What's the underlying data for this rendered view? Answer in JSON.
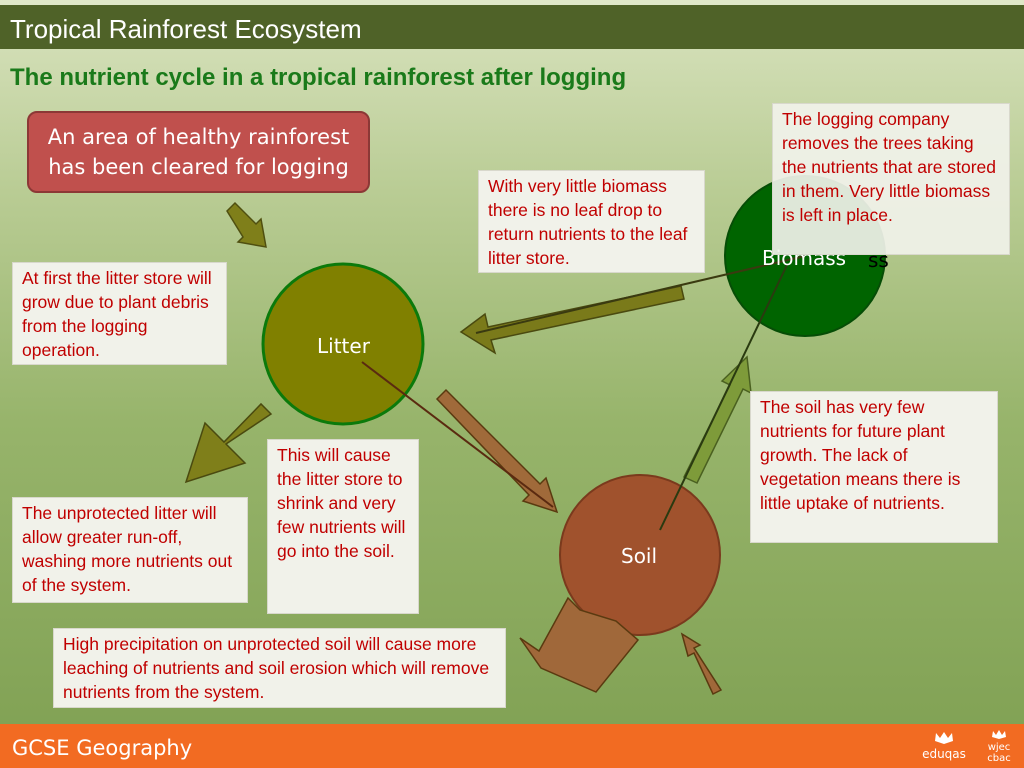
{
  "header": {
    "title": "Tropical Rainforest Ecosystem"
  },
  "subtitle": "The nutrient cycle in a tropical rainforest after logging",
  "callout": "An area of healthy rainforest has been cleared for logging",
  "nodes": {
    "litter": "Litter",
    "biomass": "Biomass",
    "soil": "Soil",
    "biomass_overlap_text": "ss"
  },
  "notes": {
    "litter_grow": "At first the litter store will grow due to plant debris from the logging operation.",
    "no_leaf_drop": "With very little biomass there is no leaf drop to return nutrients to the leaf litter store.",
    "logging_company": "The logging company removes the trees taking the nutrients that are stored in them. Very little biomass is left in place.",
    "litter_shrink": "This will cause the litter store to shrink and very few nutrients will go into the soil.",
    "run_off": "The unprotected litter will allow greater run-off, washing more nutrients out of the system.",
    "soil_few": "The soil has very few nutrients for future plant growth.  The lack of vegetation means there is little uptake of nutrients.",
    "precipitation": "High precipitation on unprotected soil will cause more leaching of nutrients and soil erosion which will remove nutrients from the system."
  },
  "footer": {
    "text": "GCSE Geography",
    "logo1": "eduqas",
    "logo2_line1": "wjec",
    "logo2_line2": "cbac"
  },
  "colors": {
    "header": "#4f6228",
    "footer": "#f26b22",
    "litter": "#808000",
    "biomass": "#006400",
    "soil": "#a0522d",
    "note_text": "#c00000"
  }
}
